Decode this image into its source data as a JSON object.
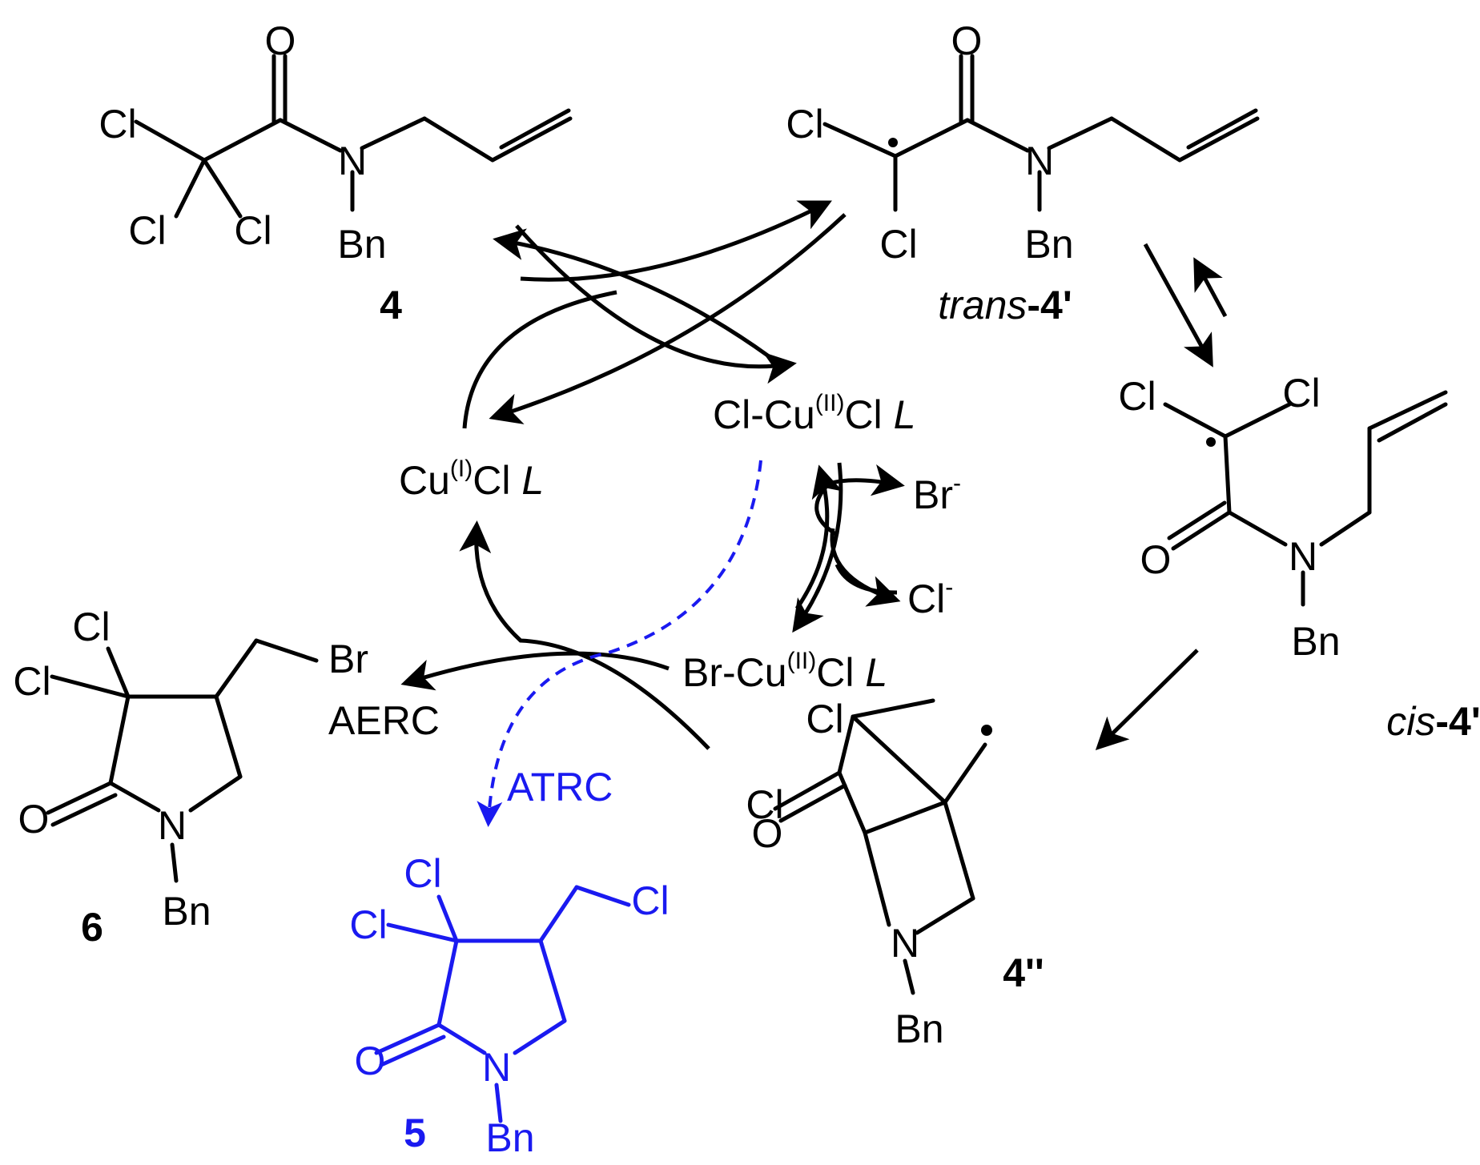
{
  "atoms": {
    "O": "O",
    "N": "N",
    "Cl": "Cl",
    "Br": "Br",
    "Bn": "Bn"
  },
  "compounds": {
    "c4": "4",
    "trans_prefix": "trans",
    "trans_suffix": "-4'",
    "cis_prefix": "cis",
    "cis_suffix": "-4'",
    "c4pp": "4''",
    "c5": "5",
    "c6": "6"
  },
  "species": {
    "cu1_a": "Cu",
    "cu1_sup": "(I)",
    "cu1_b": "Cl ",
    "cu1_L": "L",
    "cucl2_a": "Cl-Cu",
    "cucl2_sup": "(II)",
    "cucl2_b": "Cl ",
    "cucl2_L": "L",
    "cubr_a": "Br-Cu",
    "cubr_sup": "(II)",
    "cubr_b": "Cl ",
    "cubr_L": "L",
    "br_ion": "Br",
    "cl_ion": "Cl",
    "minus": "-"
  },
  "pathways": {
    "aerc": "AERC",
    "atrc": "ATRC"
  },
  "colors": {
    "black": "#000000",
    "blue": "#1a1af0"
  }
}
